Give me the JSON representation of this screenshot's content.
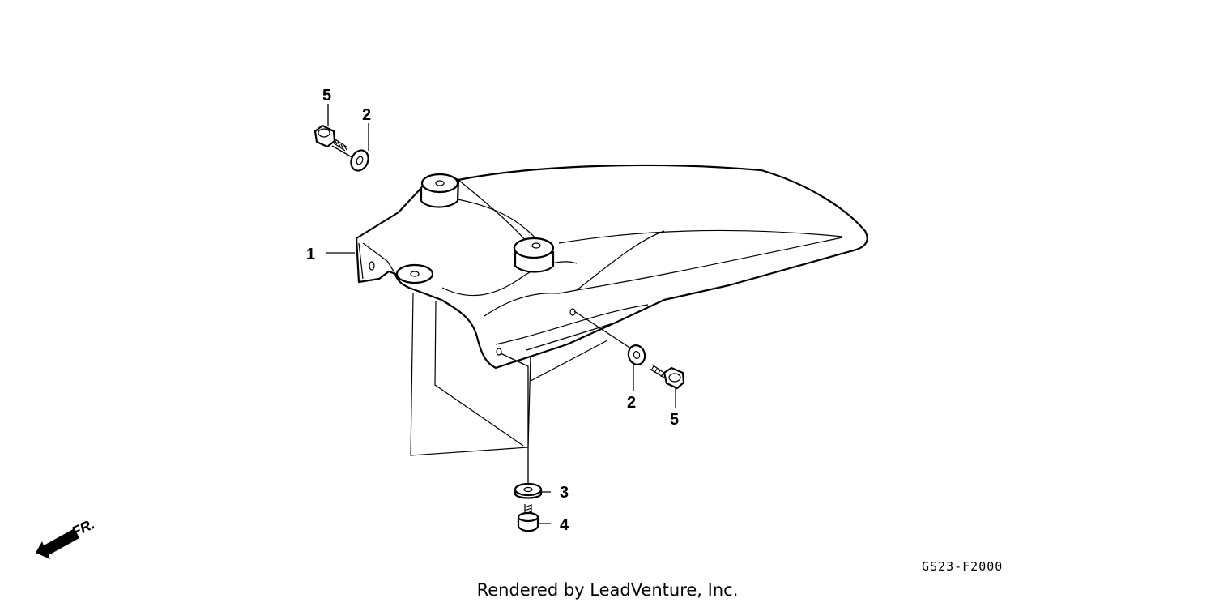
{
  "callouts": [
    {
      "id": "1",
      "label": "1"
    },
    {
      "id": "2a",
      "label": "2"
    },
    {
      "id": "2b",
      "label": "2"
    },
    {
      "id": "3",
      "label": "3"
    },
    {
      "id": "4",
      "label": "4"
    },
    {
      "id": "5a",
      "label": "5"
    },
    {
      "id": "5b",
      "label": "5"
    }
  ],
  "direction_marker": {
    "label": "FR.",
    "icon": "front-arrow-icon"
  },
  "diagram_code": "GS23-F2000",
  "credit": "Rendered by LeadVenture, Inc."
}
